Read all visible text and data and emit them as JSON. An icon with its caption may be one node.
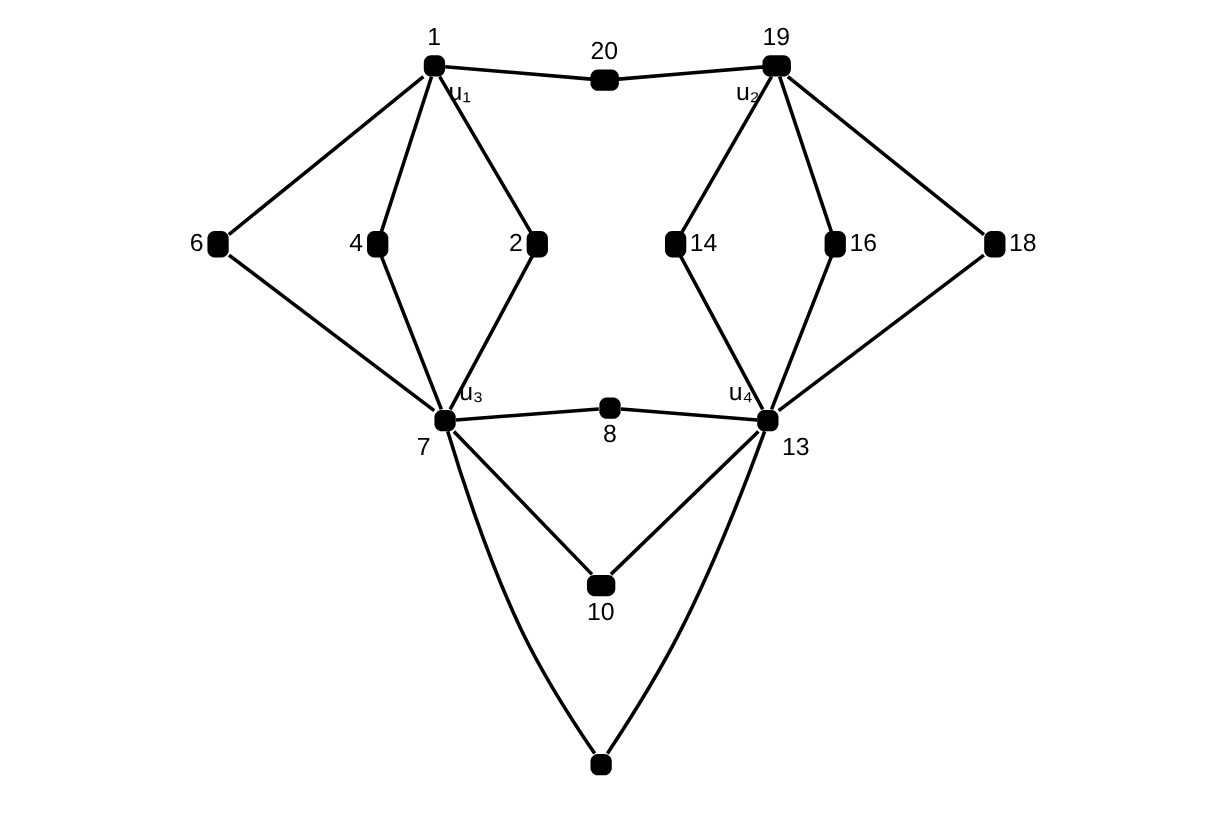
{
  "diagram": {
    "nodes": [
      {
        "text": [
          "1",
          "u₁"
        ]
      },
      {
        "text": [
          "20"
        ]
      },
      {
        "text": [
          "19",
          "u₂"
        ]
      },
      {
        "text": [
          "6"
        ]
      },
      {
        "text": [
          "4"
        ]
      },
      {
        "text": [
          "2"
        ]
      },
      {
        "text": [
          "14"
        ]
      },
      {
        "text": [
          "16"
        ]
      },
      {
        "text": [
          "18"
        ]
      },
      {
        "text": [
          "u₃",
          "7"
        ]
      },
      {
        "text": [
          "8"
        ]
      },
      {
        "text": [
          "u₄",
          "13"
        ]
      },
      {
        "text": [
          "10"
        ]
      },
      {
        "text": [],
        "shape": "circle"
      }
    ],
    "edges": [
      {
        "from": 0,
        "to": 1,
        "arrow": "none"
      },
      {
        "from": 1,
        "to": 2,
        "arrow": "none"
      },
      {
        "from": 0,
        "to": 3,
        "arrow": "none"
      },
      {
        "from": 0,
        "to": 4,
        "arrow": "none"
      },
      {
        "from": 0,
        "to": 5,
        "arrow": "none"
      },
      {
        "from": 2,
        "to": 6,
        "arrow": "none"
      },
      {
        "from": 2,
        "to": 7,
        "arrow": "none"
      },
      {
        "from": 2,
        "to": 8,
        "arrow": "none"
      },
      {
        "from": 3,
        "to": 9,
        "arrow": "none"
      },
      {
        "from": 4,
        "to": 9,
        "arrow": "none"
      },
      {
        "from": 5,
        "to": 9,
        "arrow": "none"
      },
      {
        "from": 6,
        "to": 11,
        "arrow": "none"
      },
      {
        "from": 7,
        "to": 11,
        "arrow": "none"
      },
      {
        "from": 8,
        "to": 11,
        "arrow": "none"
      },
      {
        "from": 9,
        "to": 10,
        "arrow": "none"
      },
      {
        "from": 10,
        "to": 11,
        "arrow": "none"
      },
      {
        "from": 9,
        "to": 12,
        "arrow": "none"
      },
      {
        "from": 11,
        "to": 12,
        "arrow": "none"
      },
      {
        "from": 9,
        "to": 13,
        "arrow": "none"
      },
      {
        "from": 11,
        "to": 13,
        "arrow": "none"
      }
    ]
  }
}
